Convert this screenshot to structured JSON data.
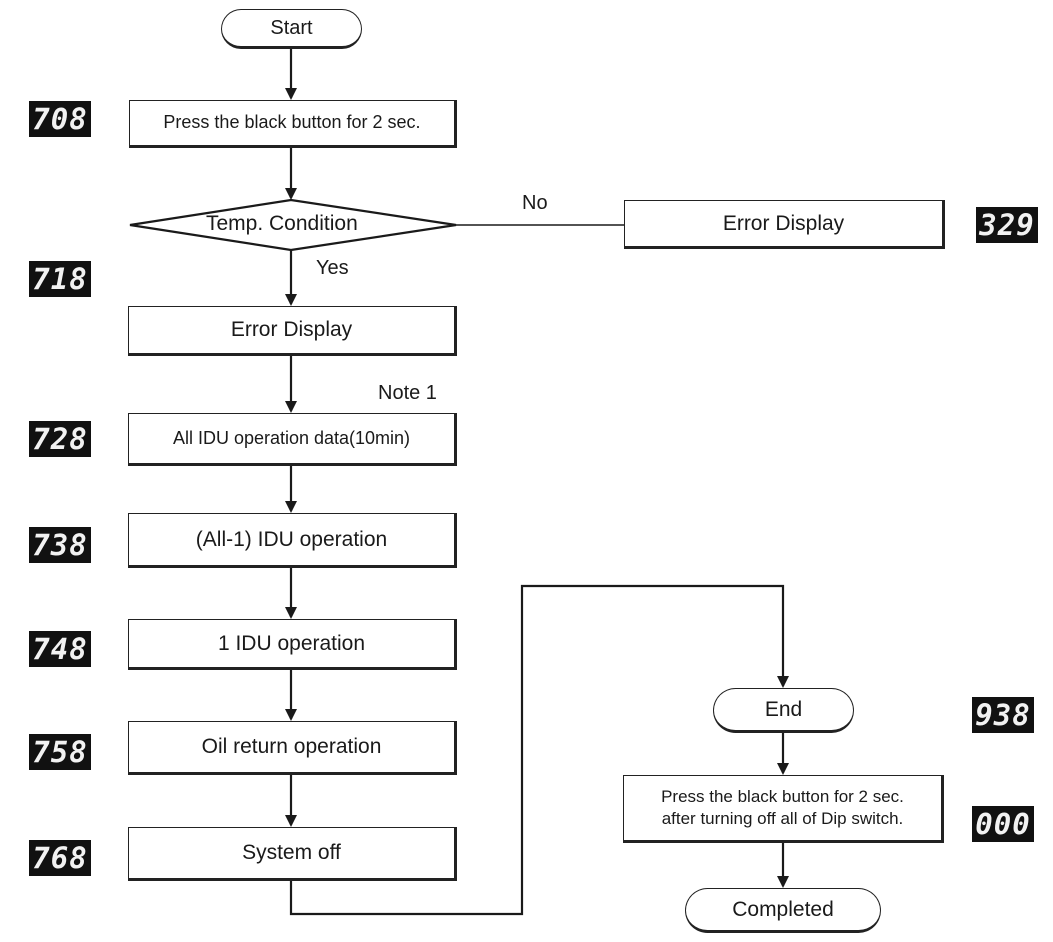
{
  "diagram": {
    "start": "Start",
    "steps": {
      "press_button": "Press the black button for 2 sec.",
      "temp_condition": "Temp. Condition",
      "error_display_main": "Error Display",
      "all_idu": "All IDU operation data(10min)",
      "all_minus_one": "(All-1) IDU operation",
      "one_idu": "1 IDU operation",
      "oil_return": "Oil return operation",
      "system_off": "System off",
      "error_display_no": "Error Display",
      "end": "End",
      "final_press_1": "Press the black button for 2 sec.",
      "final_press_2": "after turning off all of Dip switch.",
      "completed": "Completed"
    },
    "edge_labels": {
      "no": "No",
      "yes": "Yes",
      "note": "Note 1"
    },
    "codes": {
      "c708": "708",
      "c718": "718",
      "c728": "728",
      "c738": "738",
      "c748": "748",
      "c758": "758",
      "c768": "768",
      "c329": "329",
      "c938": "938",
      "c000": "000"
    }
  }
}
